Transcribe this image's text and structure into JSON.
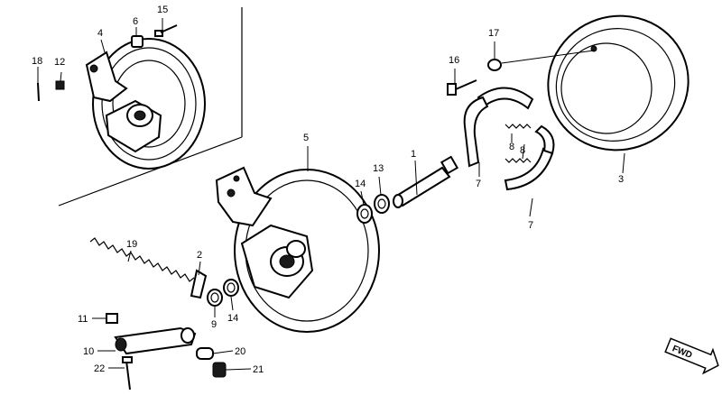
{
  "callouts": [
    {
      "id": "c1",
      "text": "1"
    },
    {
      "id": "c2",
      "text": "2"
    },
    {
      "id": "c3",
      "text": "3"
    },
    {
      "id": "c4",
      "text": "4"
    },
    {
      "id": "c5",
      "text": "5"
    },
    {
      "id": "c6",
      "text": "6"
    },
    {
      "id": "c7a",
      "text": "7"
    },
    {
      "id": "c7b",
      "text": "7"
    },
    {
      "id": "c8a",
      "text": "8"
    },
    {
      "id": "c8b",
      "text": "8"
    },
    {
      "id": "c9",
      "text": "9"
    },
    {
      "id": "c10",
      "text": "10"
    },
    {
      "id": "c11",
      "text": "11"
    },
    {
      "id": "c12",
      "text": "12"
    },
    {
      "id": "c13",
      "text": "13"
    },
    {
      "id": "c14a",
      "text": "14"
    },
    {
      "id": "c14b",
      "text": "14"
    },
    {
      "id": "c15",
      "text": "15"
    },
    {
      "id": "c16",
      "text": "16"
    },
    {
      "id": "c17",
      "text": "17"
    },
    {
      "id": "c18",
      "text": "18"
    },
    {
      "id": "c19",
      "text": "19"
    },
    {
      "id": "c20",
      "text": "20"
    },
    {
      "id": "c21",
      "text": "21"
    },
    {
      "id": "c22",
      "text": "22"
    }
  ],
  "direction_marker": {
    "text": "FWD"
  }
}
